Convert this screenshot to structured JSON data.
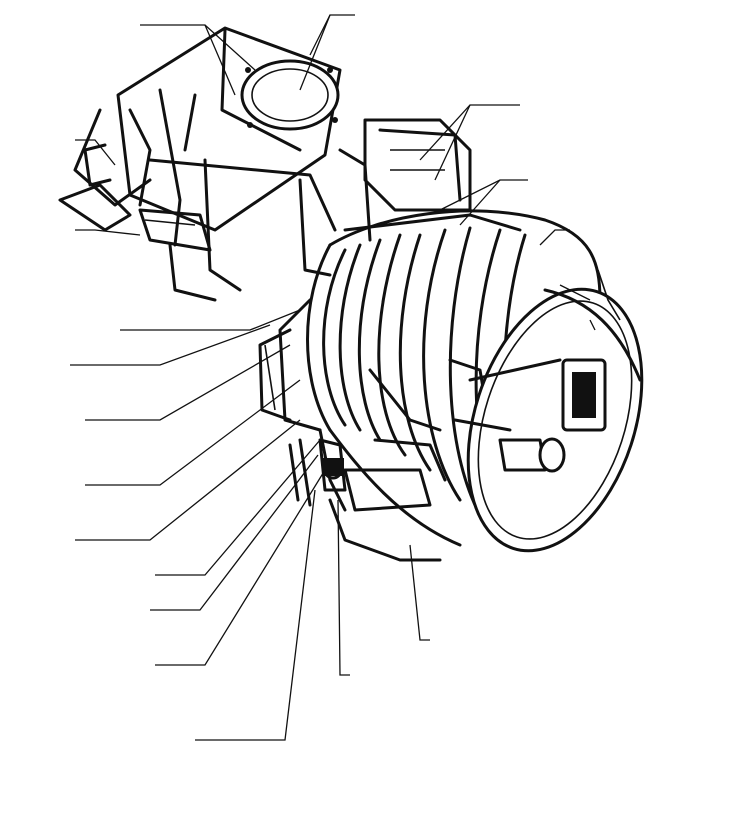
{
  "callouts": [
    {
      "id": "top-left-plate",
      "lines": [
        "",
        ""
      ]
    },
    {
      "id": "top-connector",
      "lines": [
        "",
        "",
        "",
        "",
        ""
      ]
    },
    {
      "id": "upper-right-plate",
      "lines": [
        "",
        ""
      ]
    },
    {
      "id": "left-plug",
      "lines": [
        "",
        ""
      ]
    },
    {
      "id": "right-shroud",
      "lines": [
        "",
        ""
      ]
    },
    {
      "id": "right-tube",
      "lines": [
        ""
      ]
    },
    {
      "id": "left-connector",
      "lines": [
        "",
        "",
        ""
      ]
    },
    {
      "id": "right-connector",
      "lines": [
        "",
        "",
        ""
      ]
    },
    {
      "id": "right-cover",
      "lines": [
        "",
        ""
      ]
    },
    {
      "id": "left-tube-1",
      "lines": [
        "",
        "",
        ""
      ]
    },
    {
      "id": "left-contact-1",
      "lines": [
        "",
        "",
        ""
      ]
    },
    {
      "id": "left-tube-2",
      "lines": [
        "",
        "",
        ""
      ]
    },
    {
      "id": "left-contact-2",
      "lines": [
        "",
        "",
        ""
      ]
    },
    {
      "id": "left-connector-2",
      "lines": [
        "",
        ""
      ]
    },
    {
      "id": "lower-tube",
      "lines": [
        "",
        "",
        ""
      ]
    },
    {
      "id": "lower-plug",
      "lines": [
        "",
        ""
      ]
    },
    {
      "id": "lower-connector",
      "lines": [
        "",
        "",
        ""
      ]
    },
    {
      "id": "bottom-right-connector",
      "lines": [
        "",
        "",
        ""
      ]
    },
    {
      "id": "bottom-plug",
      "lines": [
        "",
        ""
      ]
    },
    {
      "id": "bottom-tube",
      "lines": [
        "",
        "",
        "",
        "",
        "",
        "",
        ""
      ]
    }
  ]
}
